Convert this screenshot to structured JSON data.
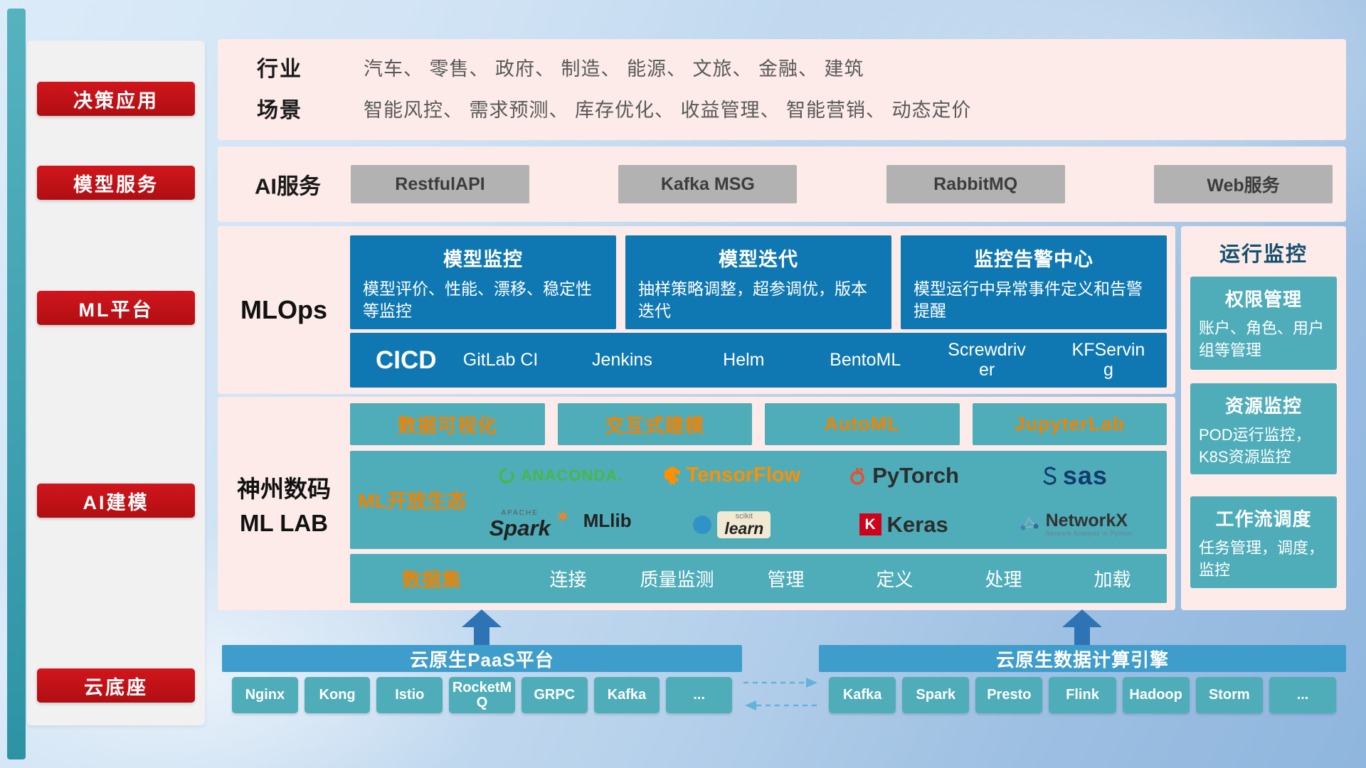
{
  "colors": {
    "red": "#c01319",
    "pink_panel": "#fcebe9",
    "deep_blue": "#0f78b2",
    "teal": "#4fadb9",
    "orange": "#f08300",
    "gray_button": "#b2b2b2",
    "header_blue": "#3e9dcb",
    "arrow_blue": "#2e74b5"
  },
  "sidebar": {
    "items": [
      {
        "label": "决策应用"
      },
      {
        "label": "模型服务"
      },
      {
        "label": "ML平台"
      },
      {
        "label": "AI建模"
      },
      {
        "label": "云底座"
      }
    ]
  },
  "industry_band": {
    "rows": [
      {
        "label": "行业",
        "text": "汽车、 零售、 政府、 制造、 能源、 文旅、 金融、 建筑"
      },
      {
        "label": "场景",
        "text": "智能风控、 需求预测、 库存优化、 收益管理、 智能营销、 动态定价"
      }
    ]
  },
  "ai_service_band": {
    "label": "AI服务",
    "buttons": [
      {
        "label": "RestfulAPI"
      },
      {
        "label": "Kafka MSG"
      },
      {
        "label": "RabbitMQ"
      },
      {
        "label": "Web服务"
      }
    ]
  },
  "mlops_band": {
    "label": "MLOps",
    "cards": [
      {
        "title": "模型监控",
        "desc": "模型评价、性能、漂移、稳定性等监控"
      },
      {
        "title": "模型迭代",
        "desc": "抽样策略调整，超参调优，版本迭代"
      },
      {
        "title": "监控告警中心",
        "desc": "模型运行中异常事件定义和告警提醒"
      }
    ],
    "cicd_label": "CICD",
    "cicd_tools": [
      {
        "name": "GitLab CI"
      },
      {
        "name": "Jenkins"
      },
      {
        "name": "Helm"
      },
      {
        "name": "BentoML"
      },
      {
        "name": "Screwdriver"
      },
      {
        "name": "KFServing"
      }
    ]
  },
  "mllab_band": {
    "label_line1": "神州数码",
    "label_line2": "ML LAB",
    "top_buttons": [
      {
        "label": "数据可视化"
      },
      {
        "label": "交互式建模"
      },
      {
        "label": "AutoML"
      },
      {
        "label": "JupyterLab"
      }
    ],
    "ecosystem": {
      "label": "ML开放生态",
      "anaconda": "ANACONDA.",
      "tensorflow": "TensorFlow",
      "pytorch": "PyTorch",
      "sas": "sas",
      "apache": "APACHE",
      "spark": "Spark",
      "mllib": "MLlib",
      "scikit": "scikit",
      "learn": "learn",
      "keras_letter": "K",
      "keras": "Keras",
      "networkx": "NetworkX",
      "networkx_sub": "Network Analysis in Python"
    },
    "dataset_row": {
      "label": "数据集",
      "items": [
        {
          "name": "连接"
        },
        {
          "name": "质量监测"
        },
        {
          "name": "管理"
        },
        {
          "name": "定义"
        },
        {
          "name": "处理"
        },
        {
          "name": "加载"
        }
      ]
    }
  },
  "monitor_panel": {
    "title": "运行监控",
    "cards": [
      {
        "title": "权限管理",
        "desc": "账户、角色、用户组等管理"
      },
      {
        "title": "资源监控",
        "desc": "POD运行监控，K8S资源监控"
      },
      {
        "title": "工作流调度",
        "desc": "任务管理，调度，监控"
      }
    ]
  },
  "bottom_band": {
    "left": {
      "title": "云原生PaaS平台",
      "buttons": [
        {
          "label": "Nginx"
        },
        {
          "label": "Kong"
        },
        {
          "label": "Istio"
        },
        {
          "label": "RocketMQ"
        },
        {
          "label": "GRPC"
        },
        {
          "label": "Kafka"
        },
        {
          "label": "..."
        }
      ]
    },
    "right": {
      "title": "云原生数据计算引擎",
      "buttons": [
        {
          "label": "Kafka"
        },
        {
          "label": "Spark"
        },
        {
          "label": "Presto"
        },
        {
          "label": "Flink"
        },
        {
          "label": "Hadoop"
        },
        {
          "label": "Storm"
        },
        {
          "label": "..."
        }
      ]
    }
  }
}
